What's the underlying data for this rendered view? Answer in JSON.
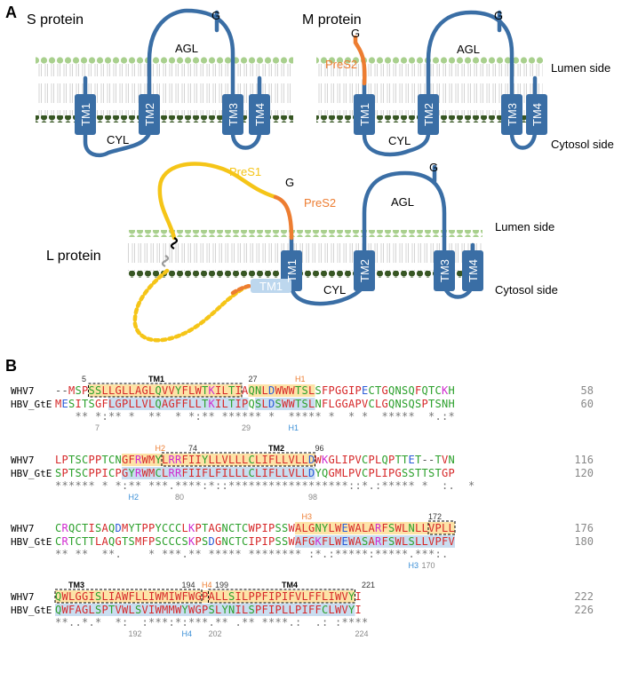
{
  "panelA": {
    "letter": "A",
    "s_protein": {
      "title": "S protein",
      "tm": [
        "TM1",
        "TM2",
        "TM3",
        "TM4"
      ],
      "agl": "AGL",
      "cyl": "CYL",
      "g": "G"
    },
    "m_protein": {
      "title": "M protein",
      "tm": [
        "TM1",
        "TM2",
        "TM3",
        "TM4"
      ],
      "agl": "AGL",
      "cyl": "CYL",
      "g": "G",
      "g2": "G",
      "pres2": "PreS2",
      "lumen": "Lumen side",
      "cytosol": "Cytosol side"
    },
    "l_protein": {
      "title": "L protein",
      "tm": [
        "TM1",
        "TM2",
        "TM3",
        "TM4"
      ],
      "tm1_ghost": "TM1",
      "agl": "AGL",
      "cyl": "CYL",
      "g": "G",
      "g2": "G",
      "pres1": "PreS1",
      "pres2": "PreS2",
      "lumen": "Lumen side",
      "cytosol": "Cytosol side"
    },
    "colors": {
      "membrane_blue": "#3a6ea5",
      "head_light": "#a9d08e",
      "head_dark": "#375623",
      "pres1": "#f5c518",
      "pres2": "#ed7d31",
      "ghost_tm": "#bdd7ee"
    }
  },
  "panelB": {
    "letter": "B",
    "blocks": [
      {
        "name1": "WHV7",
        "seq1": "--MSPSSLLGLLAGLQVVYFLWTKILTIAQNLDWWWTSLSFPGGIPECTGQNSQFQTCKH",
        "end1": "58",
        "name2": "HBV_GtE",
        "seq2": "MESITSGFLGPLLVLQAGFFLLTKILTIPQSLDSWWTSLNFLGGAPVCLGQNSQSPTSNH",
        "end2": "60",
        "cons": "   ** *:** *  **  * *:** ****** *  ***** *  * *  *****  *.:*",
        "labels_above": [
          "5",
          "TM1",
          "27",
          "H1"
        ],
        "labels_below": [
          "7",
          "29",
          "H1"
        ]
      },
      {
        "name1": "WHV7",
        "seq1": "LPTSCPPTCNGFRWMYLRRFIIYLLVLLLCLIFLLVLLDWKGLIPVCPLQPTTET--TVN",
        "end1": "116",
        "name2": "HBV_GtE",
        "seq2": "SPTSCPPICPGYRWMCLRRFIIFLFILLLCLIFLLVLLDYQGMLPVCPLIPGSSTTSTGP",
        "end2": "120",
        "cons": "****** * *:** ***.****:*::******************::*.:***** *  :.  *",
        "labels_above": [
          "H2",
          "74",
          "TM2",
          "96"
        ],
        "labels_below": [
          "H2",
          "80",
          "98"
        ]
      },
      {
        "name1": "WHV7",
        "seq1": "CRQCTISAQDMYTPPYCCCLKPTAGNCTCWPIPSSWALGNYLWEWALARFSWLNLLVPLL",
        "end1": "176",
        "name2": "HBV_GtE",
        "seq2": "CRTCTTLAQGTSMFPSCCCSKPSDGNCTCIPIPSSWAFGKFLWEWASARFSWLSLLVPFV",
        "end2": "180",
        "cons": "** **  **.    * ***.** ***** ******** :*.:*****:*****.***:.",
        "labels_above": [
          "H3",
          "172"
        ],
        "labels_below": [
          "H3",
          "170"
        ]
      },
      {
        "name1": "WHV7",
        "seq1": "QWLGGISLIAWFLLIWMIWFWGPALLSILPPFIPIFVLFFLIWVYI",
        "end1": "222",
        "name2": "HBV_GtE",
        "seq2": "QWFAGLSPTVWLSVIWMMWYWGPSLYNILSPFIPLLPIFFCLWVYI",
        "end2": "226",
        "cons": "**..*.*  *:  :***:*:***.** .** ****.:  .: :****",
        "labels_above": [
          "TM3",
          "194",
          "H4",
          "199",
          "TM4",
          "221"
        ],
        "labels_below": [
          "192",
          "H4",
          "202",
          "224"
        ]
      }
    ]
  }
}
